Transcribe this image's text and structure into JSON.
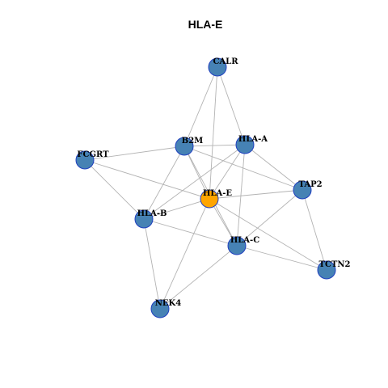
{
  "title": "HLA-E",
  "colors": {
    "background": "#ffffff",
    "node_fill": "#4682b4",
    "node_stroke": "#1f3fbf",
    "center_fill": "#ffa500",
    "edge": "#b3b3b3"
  },
  "nodes": [
    {
      "id": "CALR",
      "label": "CALR"
    },
    {
      "id": "B2M",
      "label": "B2M"
    },
    {
      "id": "HLA-A",
      "label": "HLA-A"
    },
    {
      "id": "FCGRT",
      "label": "FCGRT"
    },
    {
      "id": "TAP2",
      "label": "TAP2"
    },
    {
      "id": "HLA-E",
      "label": "HLA-E",
      "center": true
    },
    {
      "id": "HLA-B",
      "label": "HLA-B"
    },
    {
      "id": "HLA-C",
      "label": "HLA-C"
    },
    {
      "id": "TCTN2",
      "label": "TCTN2"
    },
    {
      "id": "NEK4",
      "label": "NEK4"
    }
  ],
  "edges": [
    [
      "CALR",
      "B2M"
    ],
    [
      "CALR",
      "HLA-A"
    ],
    [
      "CALR",
      "HLA-E"
    ],
    [
      "FCGRT",
      "B2M"
    ],
    [
      "FCGRT",
      "HLA-E"
    ],
    [
      "FCGRT",
      "HLA-B"
    ],
    [
      "B2M",
      "HLA-A"
    ],
    [
      "B2M",
      "TAP2"
    ],
    [
      "B2M",
      "HLA-B"
    ],
    [
      "B2M",
      "HLA-C"
    ],
    [
      "B2M",
      "HLA-E"
    ],
    [
      "HLA-A",
      "TAP2"
    ],
    [
      "HLA-A",
      "HLA-B"
    ],
    [
      "HLA-A",
      "HLA-C"
    ],
    [
      "HLA-A",
      "HLA-E"
    ],
    [
      "HLA-E",
      "TAP2"
    ],
    [
      "HLA-E",
      "HLA-B"
    ],
    [
      "HLA-E",
      "HLA-C"
    ],
    [
      "HLA-E",
      "TCTN2"
    ],
    [
      "HLA-E",
      "NEK4"
    ],
    [
      "TAP2",
      "TCTN2"
    ],
    [
      "TAP2",
      "HLA-C"
    ],
    [
      "HLA-B",
      "HLA-C"
    ],
    [
      "HLA-B",
      "NEK4"
    ],
    [
      "HLA-C",
      "TCTN2"
    ],
    [
      "HLA-C",
      "NEK4"
    ]
  ]
}
